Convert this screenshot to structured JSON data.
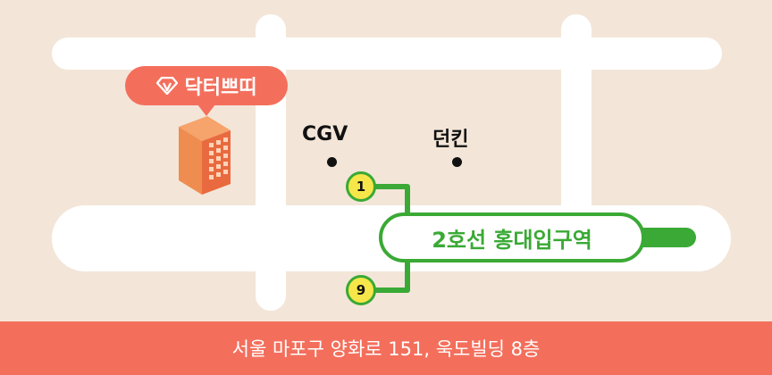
{
  "map": {
    "landmark": {
      "name": "닥터쁘띠",
      "icon": "diamond-icon",
      "building_icon": "building-icon"
    },
    "pois": [
      {
        "id": "cgv",
        "label": "CGV"
      },
      {
        "id": "dunkin",
        "label": "던킨"
      }
    ],
    "station": {
      "name": "2호선 홍대입구역",
      "line_color": "#3aa935"
    },
    "exits": [
      {
        "number": "1"
      },
      {
        "number": "9"
      }
    ],
    "colors": {
      "background": "#f3e6d8",
      "road": "#ffffff",
      "accent": "#f36f5c",
      "exit_fill": "#f6e64a"
    }
  },
  "address": "서울 마포구 양화로 151, 욱도빌딩 8층"
}
